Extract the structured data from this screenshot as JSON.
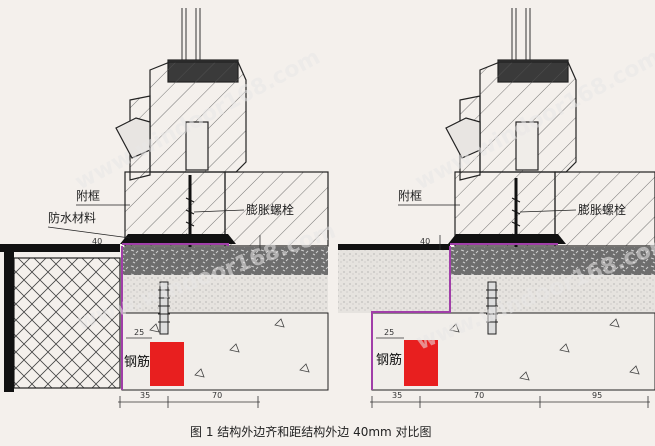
{
  "caption": "图 1  结构外边齐和距结构外边 40mm 对比图",
  "watermark": "www.windoor168.com",
  "left_panel": {
    "labels": {
      "sub_frame": "附框",
      "waterproof": "防水材料",
      "expansion_bolt": "膨胀螺栓",
      "rebar": "钢筋"
    },
    "dims": [
      "35",
      "70",
      "25",
      "40"
    ]
  },
  "right_panel": {
    "labels": {
      "sub_frame": "附框",
      "expansion_bolt": "膨胀螺栓",
      "rebar": "钢筋"
    },
    "dims": [
      "35",
      "70",
      "95",
      "25",
      "40"
    ]
  },
  "colors": {
    "rebar_fill": "#e81f1f",
    "outline": "#a03ea8",
    "bolt_cap": "#2b3bd6",
    "background": "#f4f0ec"
  }
}
